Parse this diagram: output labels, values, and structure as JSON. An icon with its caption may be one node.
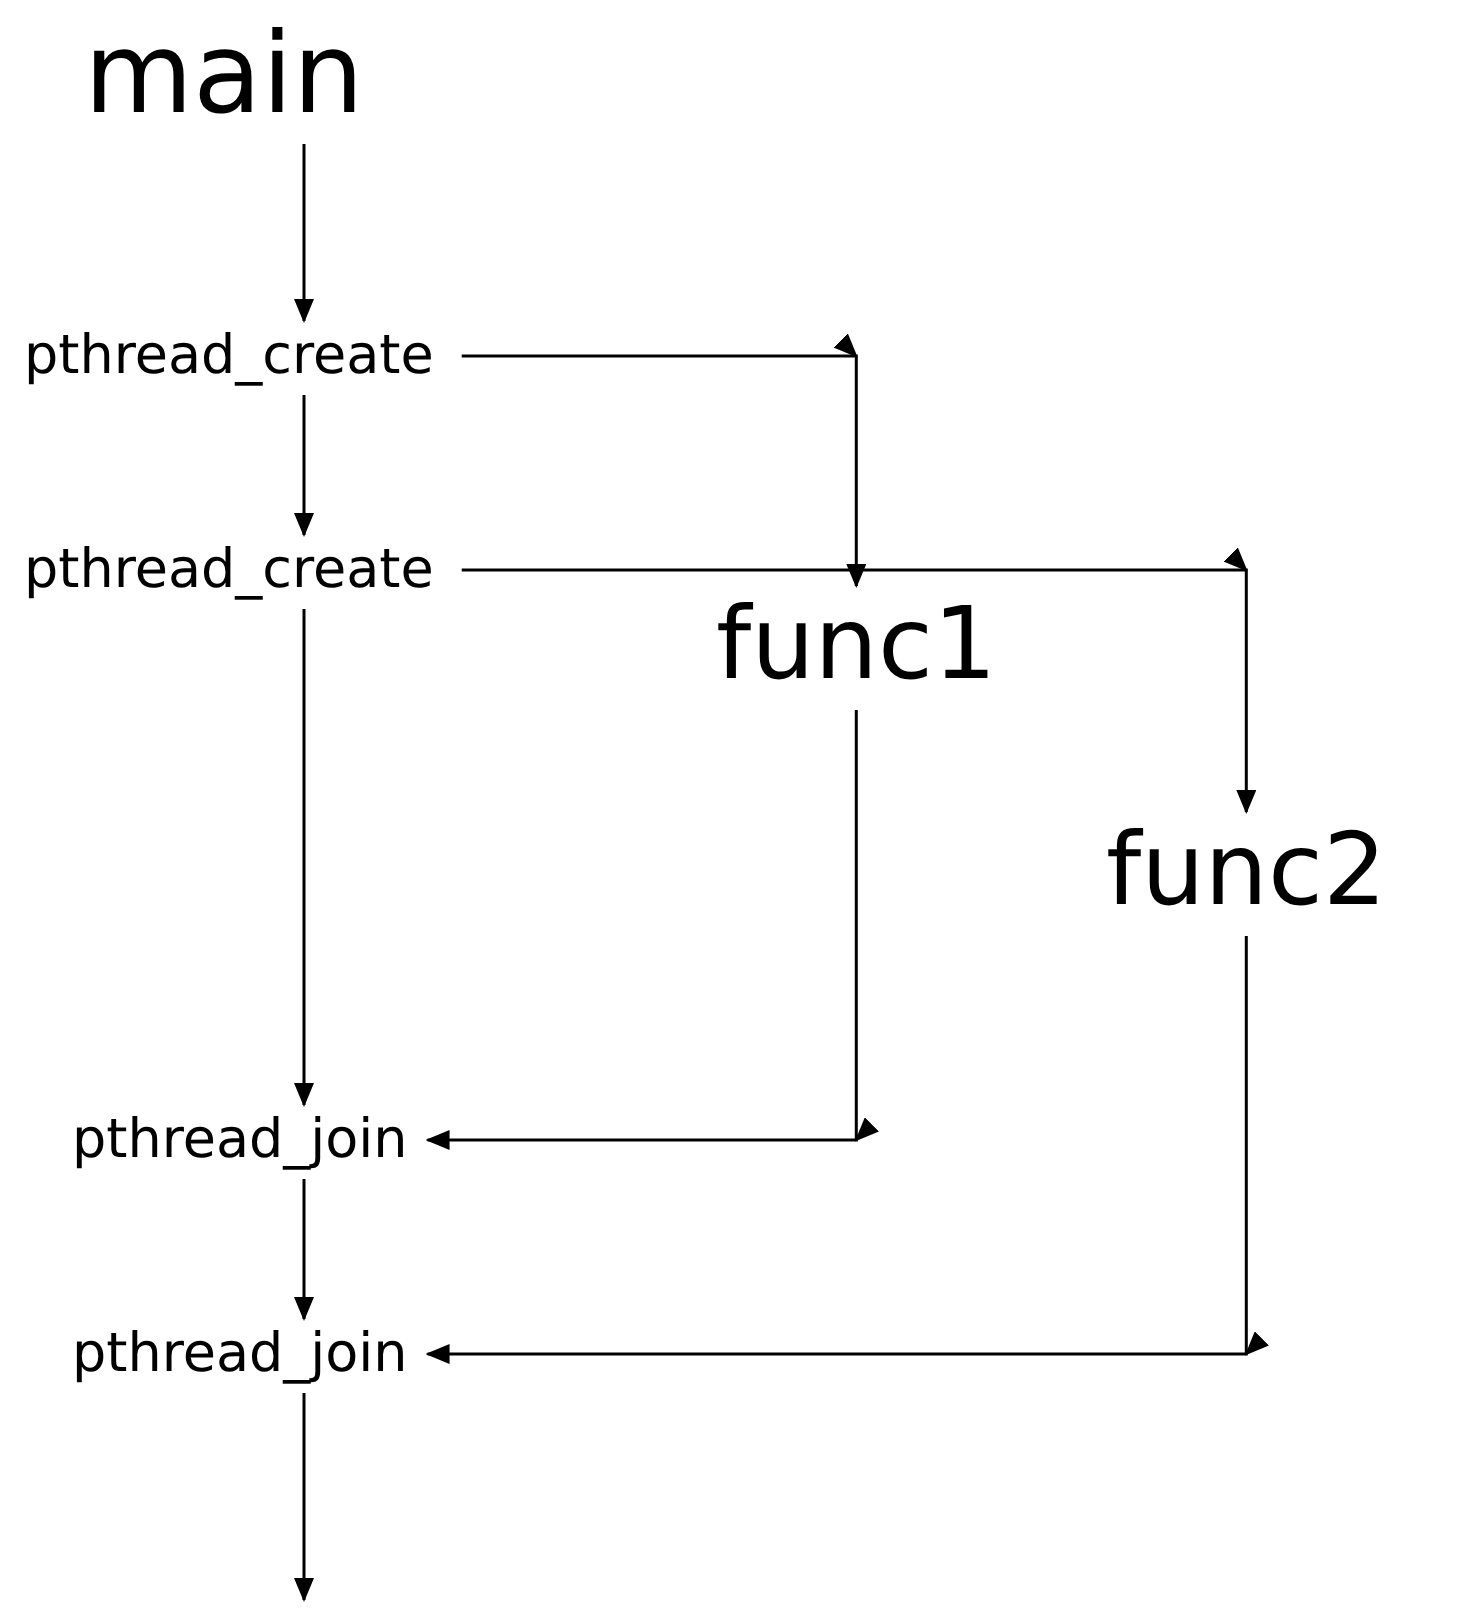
{
  "diagram": {
    "nodes": [
      {
        "text": [
          "main"
        ]
      },
      {
        "text": [
          "pthread_create"
        ]
      },
      {
        "text": [
          "pthread_create"
        ]
      },
      {
        "text": [
          "func1"
        ]
      },
      {
        "text": [
          "func2"
        ]
      },
      {
        "text": [
          "pthread_join"
        ]
      },
      {
        "text": [
          "pthread_join"
        ]
      }
    ],
    "edges": [
      {
        "from": 0,
        "to": 1,
        "arrow": "to"
      },
      {
        "from": 1,
        "to": 2,
        "arrow": "to"
      },
      {
        "from": 1,
        "to": 3,
        "arrow": "to"
      },
      {
        "from": 2,
        "to": 4,
        "arrow": "to"
      },
      {
        "from": 2,
        "to": 5,
        "arrow": "to"
      },
      {
        "from": 3,
        "to": 5,
        "arrow": "to"
      },
      {
        "from": 4,
        "to": 6,
        "arrow": "to"
      },
      {
        "from": 5,
        "to": 6,
        "arrow": "to"
      },
      {
        "from": 6,
        "to": null,
        "arrow": "to"
      }
    ]
  }
}
